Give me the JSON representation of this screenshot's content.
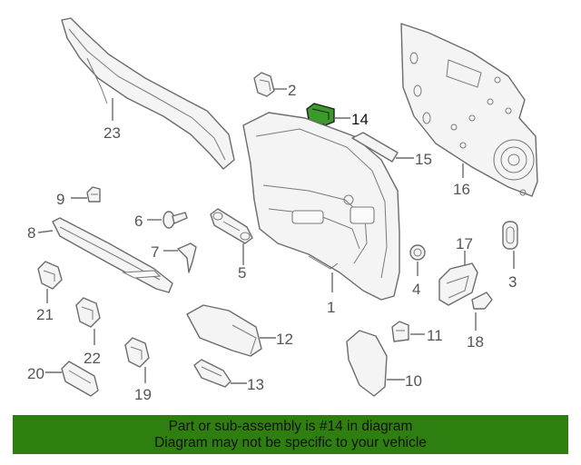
{
  "callouts": {
    "c1": "1",
    "c2": "2",
    "c3": "3",
    "c4": "4",
    "c5": "5",
    "c6": "6",
    "c7": "7",
    "c8": "8",
    "c9": "9",
    "c10": "10",
    "c11": "11",
    "c12": "12",
    "c13": "13",
    "c14": "14",
    "c15": "15",
    "c16": "16",
    "c17": "17",
    "c18": "18",
    "c19": "19",
    "c20": "20",
    "c21": "21",
    "c22": "22",
    "c23": "23"
  },
  "highlight": {
    "part_number": "14",
    "color": "#3c9a2c"
  },
  "banner": {
    "line1": "Part or sub-assembly is #14 in diagram",
    "line2": "Diagram may not be specific to your vehicle",
    "background": "#2f7f10"
  }
}
